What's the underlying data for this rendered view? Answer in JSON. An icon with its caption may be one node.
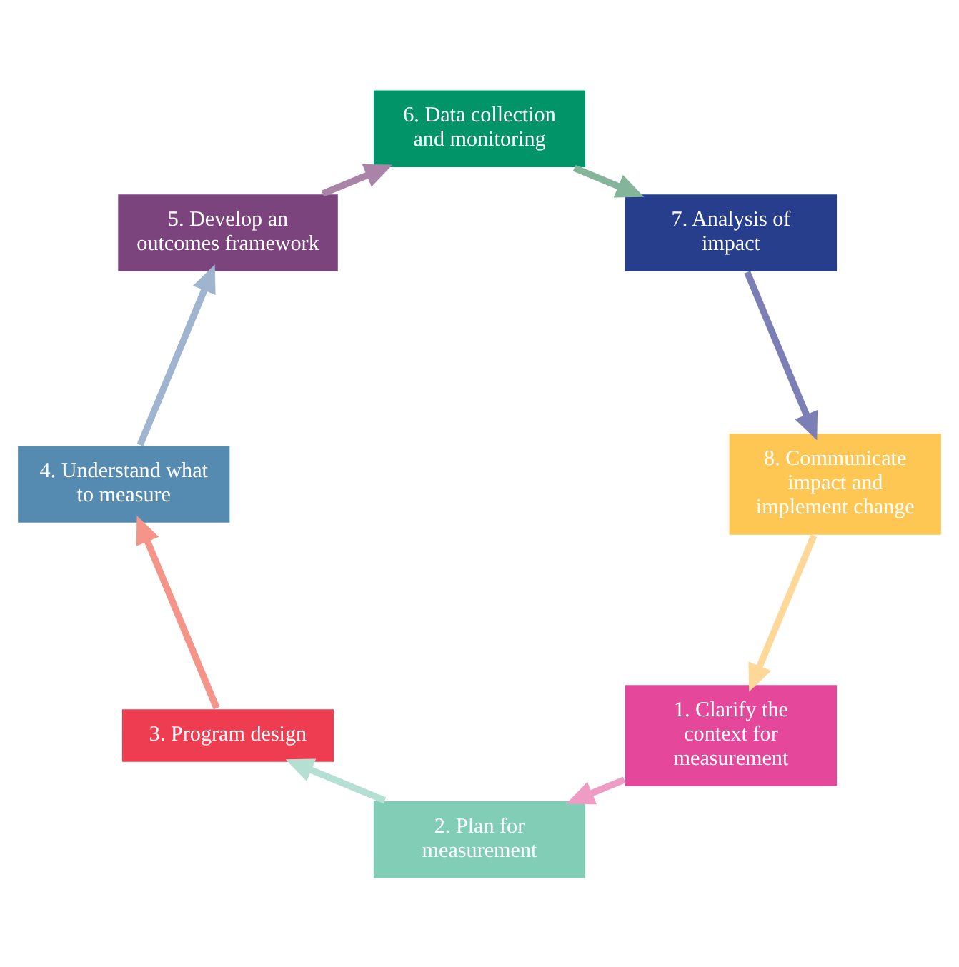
{
  "diagram": {
    "nodes": [
      {
        "text": [
          "1. Clarify the context for measurement"
        ]
      },
      {
        "text": [
          "2. Plan for measurement"
        ]
      },
      {
        "text": [
          "3. Program design"
        ]
      },
      {
        "text": [
          "4. Understand what to measure"
        ]
      },
      {
        "text": [
          "5. Develop an outcomes framework"
        ]
      },
      {
        "text": [
          "6. Data collection and monitoring"
        ]
      },
      {
        "text": [
          "7. Analysis of impact"
        ]
      },
      {
        "text": [
          "8. Communicate impact and implement change"
        ]
      }
    ],
    "edges": [
      {
        "from": 0,
        "to": 1,
        "arrow": "to",
        "color": "#ee9cc4"
      },
      {
        "from": 1,
        "to": 2,
        "arrow": "to",
        "color": "#b5dfd3"
      },
      {
        "from": 2,
        "to": 3,
        "arrow": "to",
        "color": "#f5958a"
      },
      {
        "from": 3,
        "to": 4,
        "arrow": "to",
        "color": "#9fb4cf"
      },
      {
        "from": 4,
        "to": 5,
        "arrow": "to",
        "color": "#a984a8"
      },
      {
        "from": 5,
        "to": 6,
        "arrow": "to",
        "color": "#84b59a"
      },
      {
        "from": 6,
        "to": 7,
        "arrow": "to",
        "color": "#7b7fb5"
      },
      {
        "from": 7,
        "to": 0,
        "arrow": "to",
        "color": "#fdd898"
      }
    ]
  }
}
